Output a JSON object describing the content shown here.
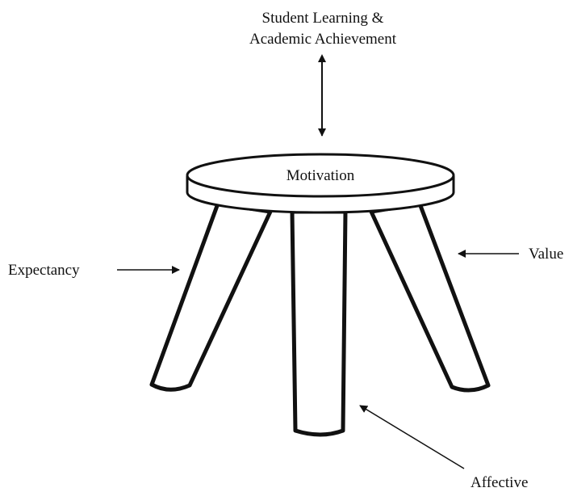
{
  "diagram": {
    "top_label_line1": "Student Learning &",
    "top_label_line2": "Academic Achievement",
    "seat_label": "Motivation",
    "left_label": "Expectancy",
    "right_label": "Value",
    "bottom_label": "Affective"
  }
}
